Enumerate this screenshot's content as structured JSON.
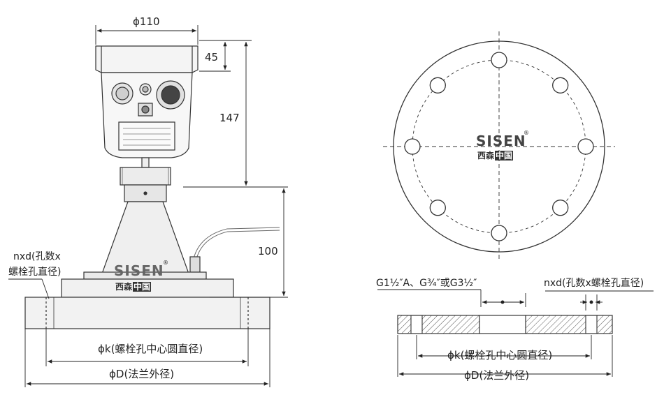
{
  "side_view": {
    "dim_top_diameter": "ϕ110",
    "dim_cap_height": "45",
    "dim_housing_height": "147",
    "dim_horn_height": "100",
    "holes_label_line1": "nxd(孔数x",
    "holes_label_line2": "螺栓孔直径)",
    "bolt_circle_label": "ϕk(螺栓孔中心圆直径)",
    "flange_od_label": "ϕD(法兰外径)"
  },
  "section_view": {
    "thread_label": "G1½″A、G¾″或G3½″",
    "holes_label": "nxd(孔数x螺栓孔直径)",
    "bolt_circle_label": "ϕk(螺栓孔中心圆直径)",
    "flange_od_label": "ϕD(法兰外径)"
  },
  "plan_view": {
    "bolt_hole_count": 8
  },
  "watermark": {
    "brand": "SISEN",
    "registered": "®",
    "sub_text": "西森",
    "sub_box_text": "中国"
  }
}
